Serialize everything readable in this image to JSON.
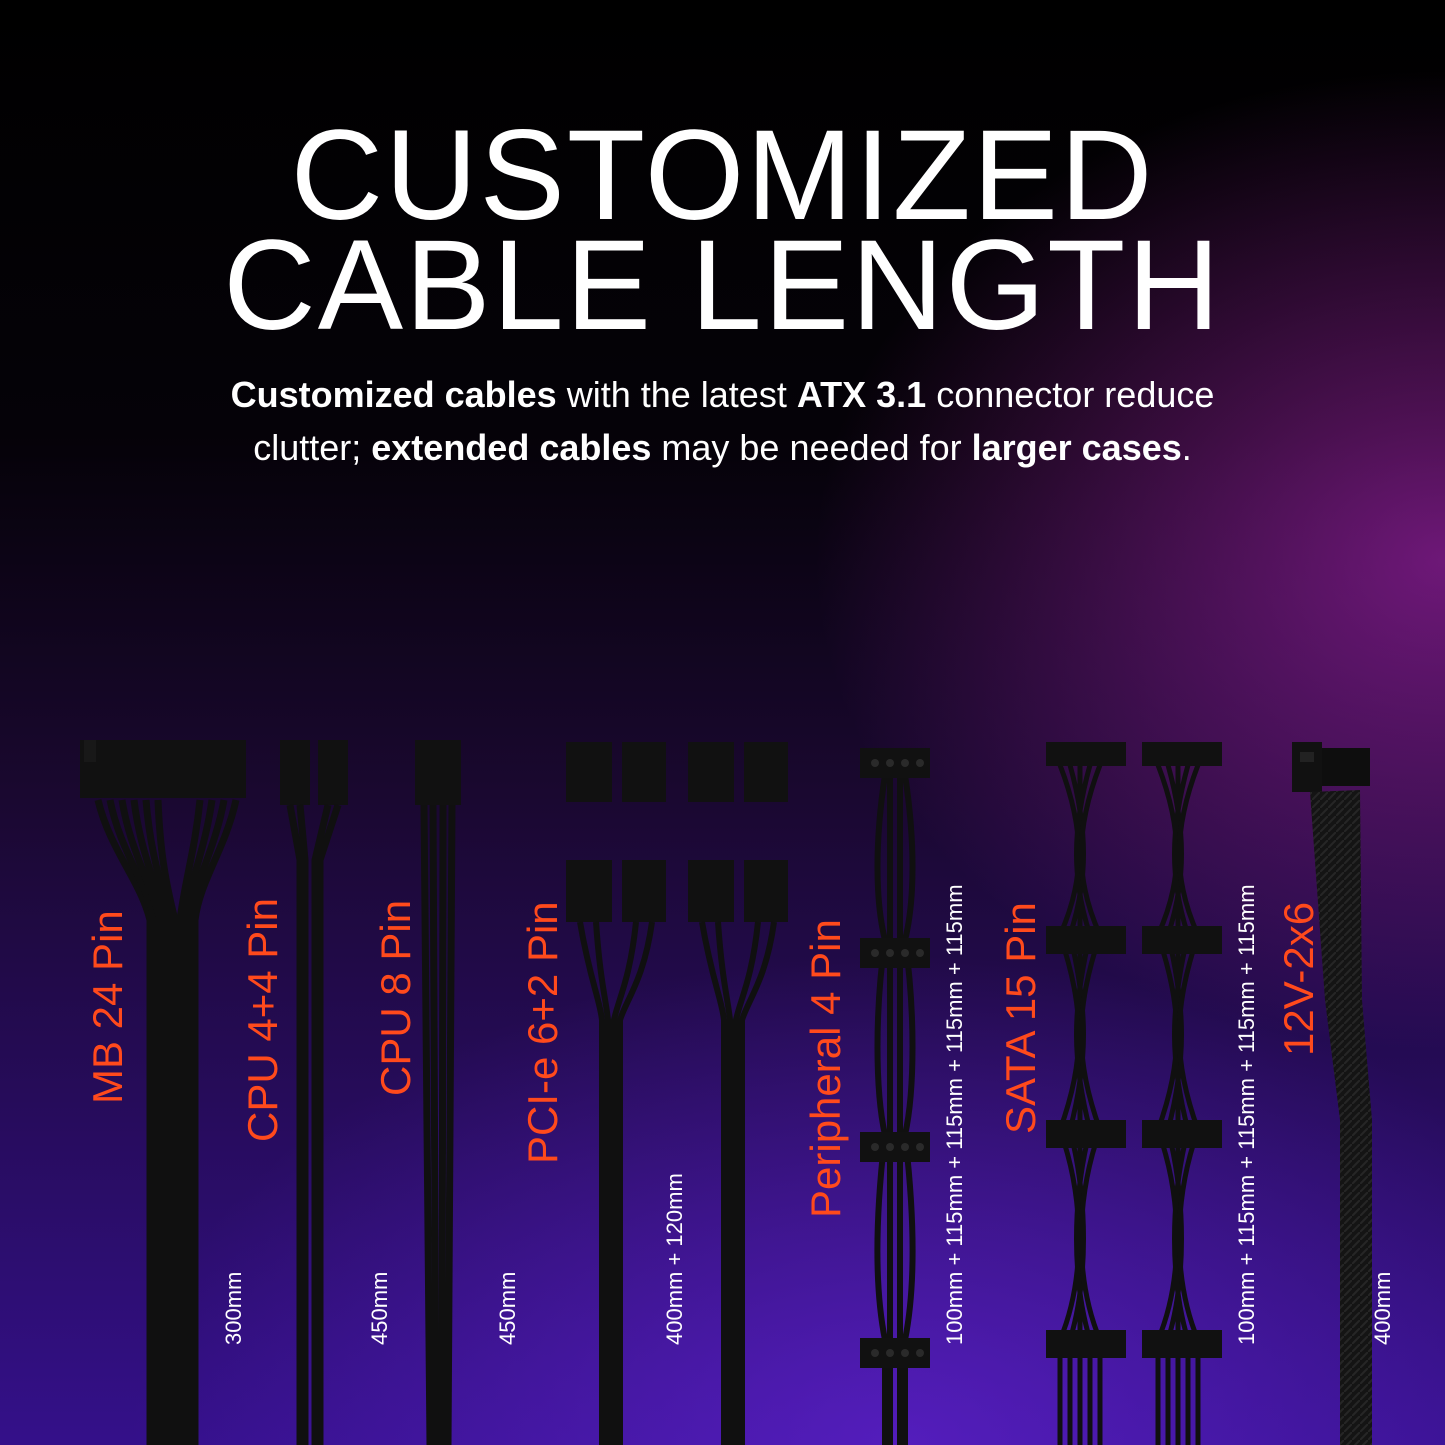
{
  "title": {
    "line1": "CUSTOMIZED",
    "line2": "CABLE LENGTH"
  },
  "subtitle": {
    "l1_b1": "Customized cables",
    "l1_t1": " with the latest ",
    "l1_b2": "ATX 3.1",
    "l1_t2": " connector reduce",
    "l2_t1": "clutter; ",
    "l2_b1": "extended cables",
    "l2_t2": " may be needed for ",
    "l2_b2": "larger cases",
    "l2_t3": "."
  },
  "cables": [
    {
      "name": "MB 24 Pin",
      "length": "300mm"
    },
    {
      "name": "CPU 4+4 Pin",
      "length": "450mm"
    },
    {
      "name": "CPU 8 Pin",
      "length": "450mm"
    },
    {
      "name": "PCI-e 6+2 Pin",
      "length": "400mm + 120mm"
    },
    {
      "name": "Peripheral 4 Pin",
      "length": "100mm + 115mm  +  115mm  +  115mm  +  115mm"
    },
    {
      "name": "SATA 15 Pin",
      "length": "100mm + 115mm  +  115mm  +  115mm  +  115mm"
    },
    {
      "name": "12V-2x6",
      "length": "400mm"
    }
  ],
  "colors": {
    "label": "#ff4a1c",
    "cable": "#111111",
    "text": "#ffffff"
  }
}
